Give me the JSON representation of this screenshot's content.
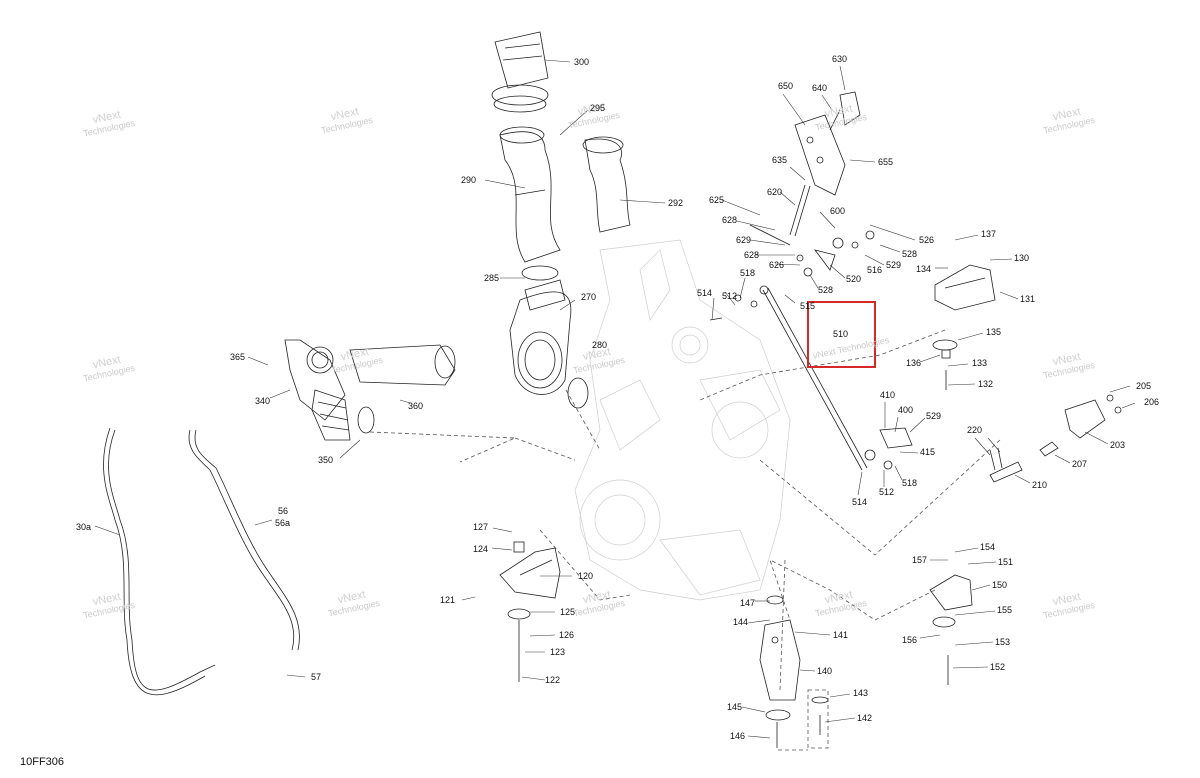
{
  "figure_code": "10FF306",
  "watermark": {
    "line1": "vNext",
    "line2": "Technologies",
    "line3": "vNext Technologies"
  },
  "highlight": {
    "part": "510",
    "color": "#d62828"
  },
  "parts": [
    "300",
    "295",
    "290",
    "292",
    "285",
    "270",
    "280",
    "365",
    "340",
    "360",
    "350",
    "30a",
    "56",
    "56a",
    "57",
    "127",
    "124",
    "120",
    "121",
    "125",
    "126",
    "123",
    "122",
    "650",
    "640",
    "630",
    "655",
    "635",
    "620",
    "625",
    "628",
    "629",
    "600",
    "526",
    "626",
    "528",
    "529",
    "516",
    "520",
    "514",
    "518",
    "512",
    "515",
    "137",
    "134",
    "130",
    "131",
    "135",
    "136",
    "133",
    "132",
    "410",
    "400",
    "415",
    "205",
    "206",
    "203",
    "220",
    "207",
    "210",
    "147",
    "144",
    "141",
    "140",
    "145",
    "146",
    "143",
    "142",
    "154",
    "157",
    "151",
    "150",
    "155",
    "156",
    "153",
    "152"
  ]
}
